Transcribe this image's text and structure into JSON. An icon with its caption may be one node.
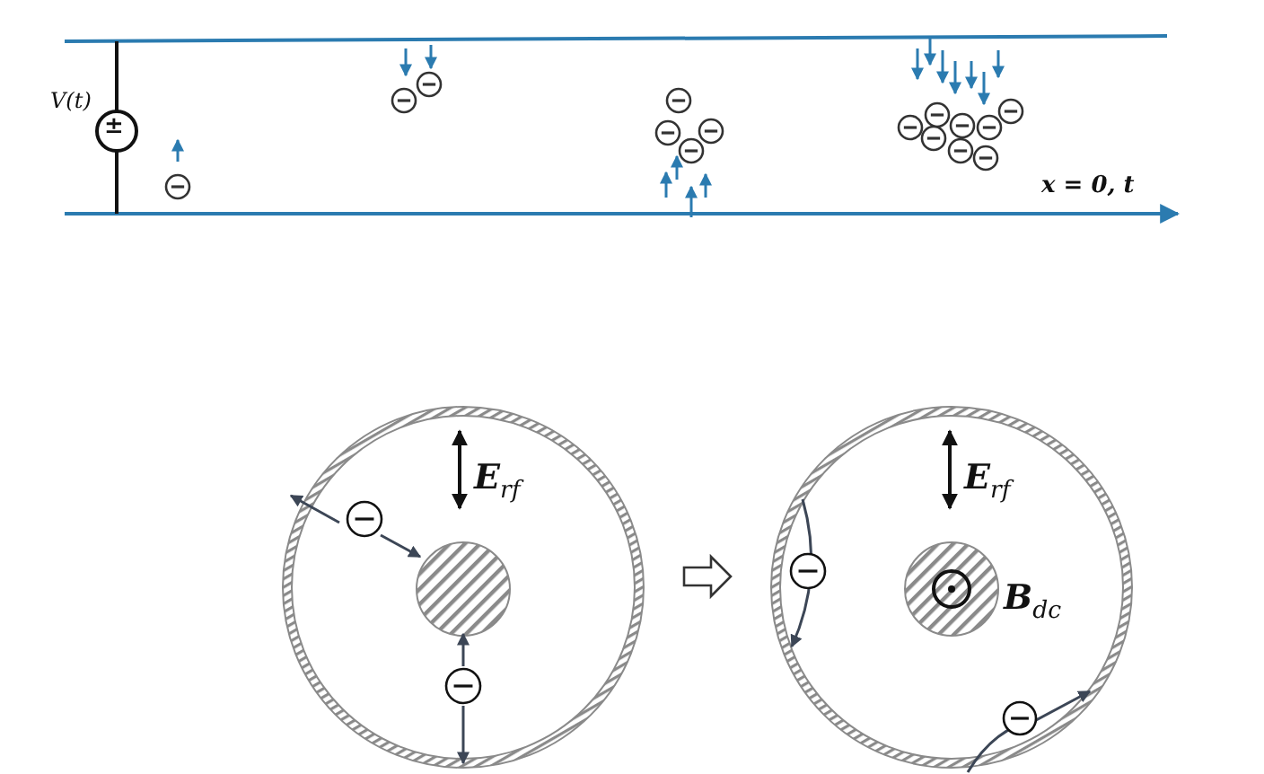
{
  "diagram": {
    "nodes": [
      {
        "text": [
          "**E**$_{rf}$"
        ]
      },
      {
        "text": [
          "**E**$_{rf}$",
          "**B**$_{dc}$"
        ]
      }
    ],
    "edges": [
      {
        "from": 0,
        "to": 1,
        "arrow": "to"
      }
    ],
    "labels": [
      "*V*(*t*)",
      "±",
      "x = 0, t"
    ]
  }
}
